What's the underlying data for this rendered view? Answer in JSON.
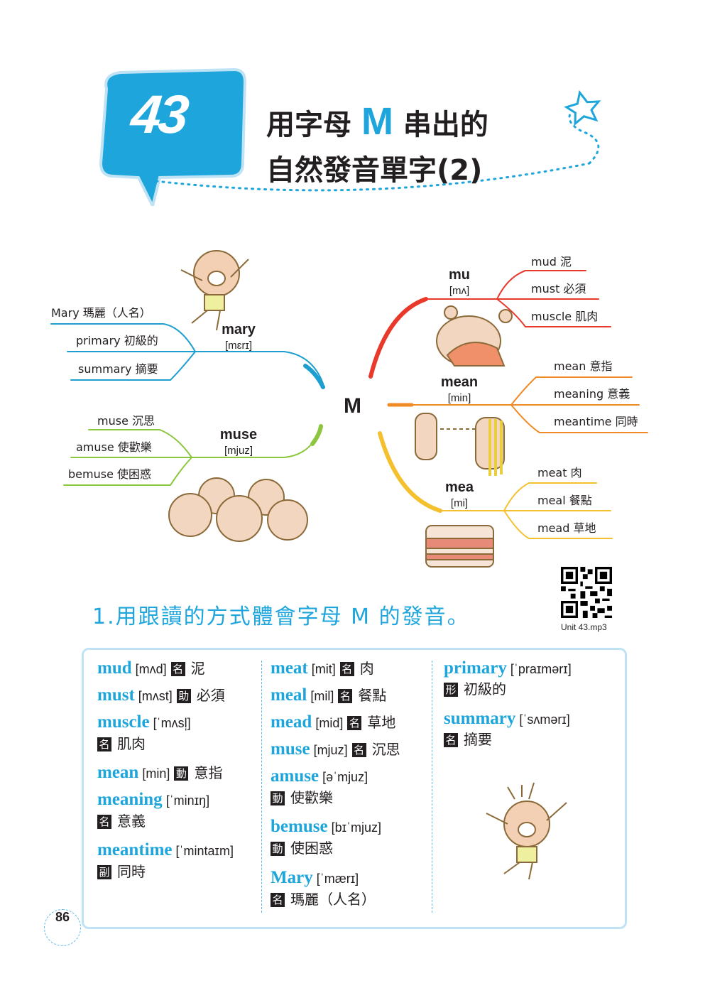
{
  "header": {
    "unit_number": "43",
    "title_line1_pre": "用字母 ",
    "title_letter": "M",
    "title_line1_post": " 串出的",
    "title_line2": "自然發音單字(2)"
  },
  "colors": {
    "accent": "#1ea6dc",
    "mary": "#1e9fd0",
    "muse": "#8cc63f",
    "mu": "#e8392b",
    "mean": "#f08a24",
    "mea": "#f5c02e"
  },
  "mindmap": {
    "center": "M",
    "branches": [
      {
        "key": "mary",
        "word": "mary",
        "ipa": "[mɛrɪ]",
        "leaves": [
          "Mary 瑪麗（人名）",
          "primary 初級的",
          "summary 摘要"
        ]
      },
      {
        "key": "muse",
        "word": "muse",
        "ipa": "[mjuz]",
        "leaves": [
          "muse 沉思",
          "amuse 使歡樂",
          "bemuse 使困惑"
        ]
      },
      {
        "key": "mu",
        "word": "mu",
        "ipa": "[mʌ]",
        "leaves": [
          "mud 泥",
          "must 必須",
          "muscle 肌肉"
        ]
      },
      {
        "key": "mean",
        "word": "mean",
        "ipa": "[min]",
        "leaves": [
          "mean 意指",
          "meaning 意義",
          "meantime 同時"
        ]
      },
      {
        "key": "mea",
        "word": "mea",
        "ipa": "[mi]",
        "leaves": [
          "meat 肉",
          "meal 餐點",
          "mead 草地"
        ]
      }
    ]
  },
  "section": {
    "heading": "1.用跟讀的方式體會字母 M 的發音。",
    "audio": "Unit 43.mp3"
  },
  "vocab": {
    "columns": [
      [
        {
          "word": "mud",
          "ipa": "[mʌd]",
          "pos": "名",
          "meaning": "泥"
        },
        {
          "word": "must",
          "ipa": "[mʌst]",
          "pos": "助",
          "meaning": "必須"
        },
        {
          "word": "muscle",
          "ipa": "[ˈmʌsl̩]"
        },
        {
          "pos": "名",
          "meaning": "肌肉"
        },
        {
          "word": "mean",
          "ipa": "[min]",
          "pos": "動",
          "meaning": "意指"
        },
        {
          "word": "meaning",
          "ipa": "[ˈminɪŋ]"
        },
        {
          "pos": "名",
          "meaning": "意義"
        },
        {
          "word": "meantime",
          "ipa": "[ˈmintaɪm]"
        },
        {
          "pos": "副",
          "meaning": "同時"
        }
      ],
      [
        {
          "word": "meat",
          "ipa": "[mit]",
          "pos": "名",
          "meaning": "肉"
        },
        {
          "word": "meal",
          "ipa": "[mil]",
          "pos": "名",
          "meaning": "餐點"
        },
        {
          "word": "mead",
          "ipa": "[mid]",
          "pos": "名",
          "meaning": "草地"
        },
        {
          "word": "muse",
          "ipa": "[mjuz]",
          "pos": "名",
          "meaning": "沉思"
        },
        {
          "word": "amuse",
          "ipa": "[əˈmjuz]"
        },
        {
          "pos": "動",
          "meaning": "使歡樂"
        },
        {
          "word": "bemuse",
          "ipa": "[bɪˈmjuz]"
        },
        {
          "pos": "動",
          "meaning": "使困惑"
        },
        {
          "word": "Mary",
          "ipa": "[ˈmærɪ]"
        },
        {
          "pos": "名",
          "meaning": "瑪麗（人名）"
        }
      ],
      [
        {
          "word": "primary",
          "ipa": "[ˈpraɪmərɪ]"
        },
        {
          "pos": "形",
          "meaning": "初級的"
        },
        {
          "word": "summary",
          "ipa": "[ˈsʌmərɪ]"
        },
        {
          "pos": "名",
          "meaning": "摘要"
        }
      ]
    ]
  },
  "page_number": "86"
}
